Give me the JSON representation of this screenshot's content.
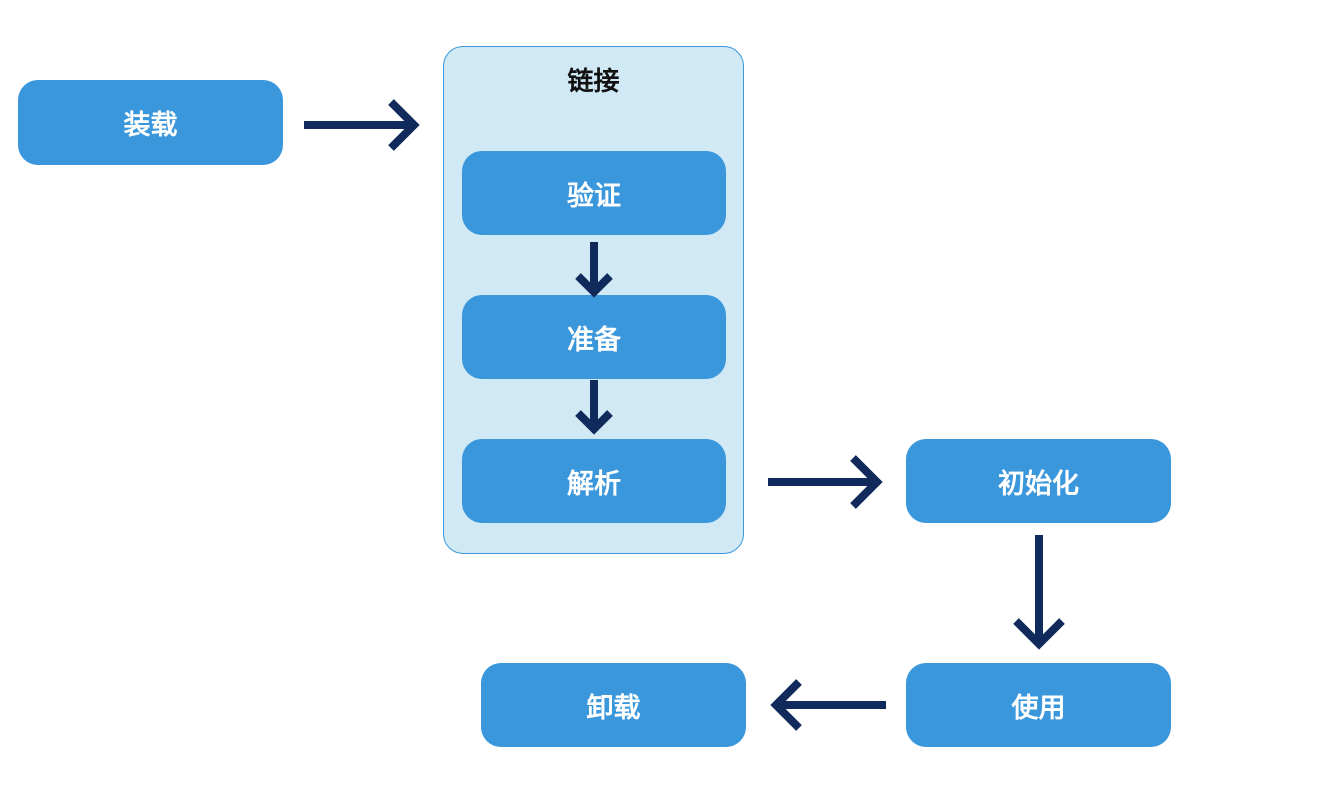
{
  "diagram": {
    "group": {
      "title": "链接"
    },
    "nodes": {
      "load": "装载",
      "verify": "验证",
      "prepare": "准备",
      "resolve": "解析",
      "initialize": "初始化",
      "use": "使用",
      "unload": "卸载"
    },
    "colors": {
      "node_fill": "#3a97db",
      "group_fill": "#d0e9f5",
      "group_border": "#3a97db",
      "arrow": "#102a5c",
      "node_text": "#ffffff"
    }
  }
}
